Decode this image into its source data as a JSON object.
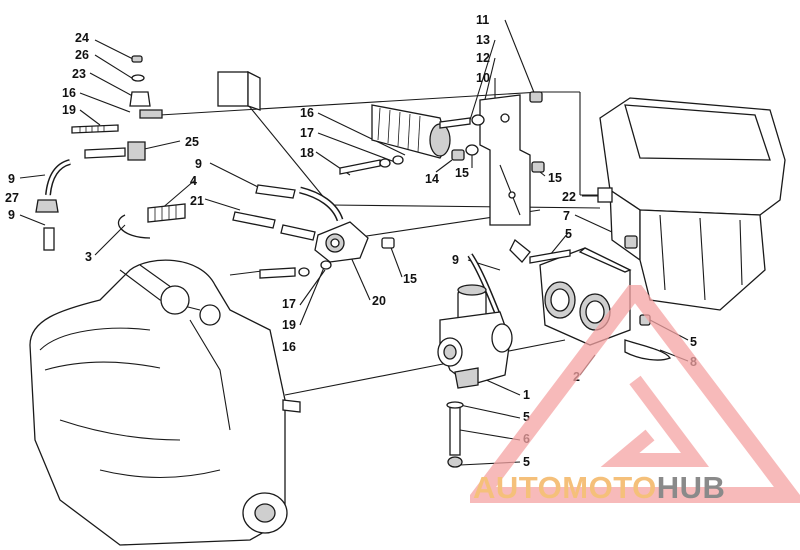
{
  "callouts": [
    "24",
    "26",
    "23",
    "16",
    "19",
    "25",
    "9",
    "27",
    "9",
    "3",
    "4",
    "21",
    "9",
    "16",
    "17",
    "18",
    "14",
    "15",
    "11",
    "13",
    "12",
    "10",
    "15",
    "22",
    "7",
    "5",
    "9",
    "15",
    "17",
    "19",
    "16",
    "20",
    "1",
    "5",
    "6",
    "5",
    "2",
    "5",
    "8"
  ],
  "watermark": {
    "brand_part1": "AUTOMOTO",
    "brand_part2": "HUB",
    "color_accent": "#f4a3a3",
    "color_accent2": "#f5c07a",
    "color_dark": "#8a8a8a"
  }
}
